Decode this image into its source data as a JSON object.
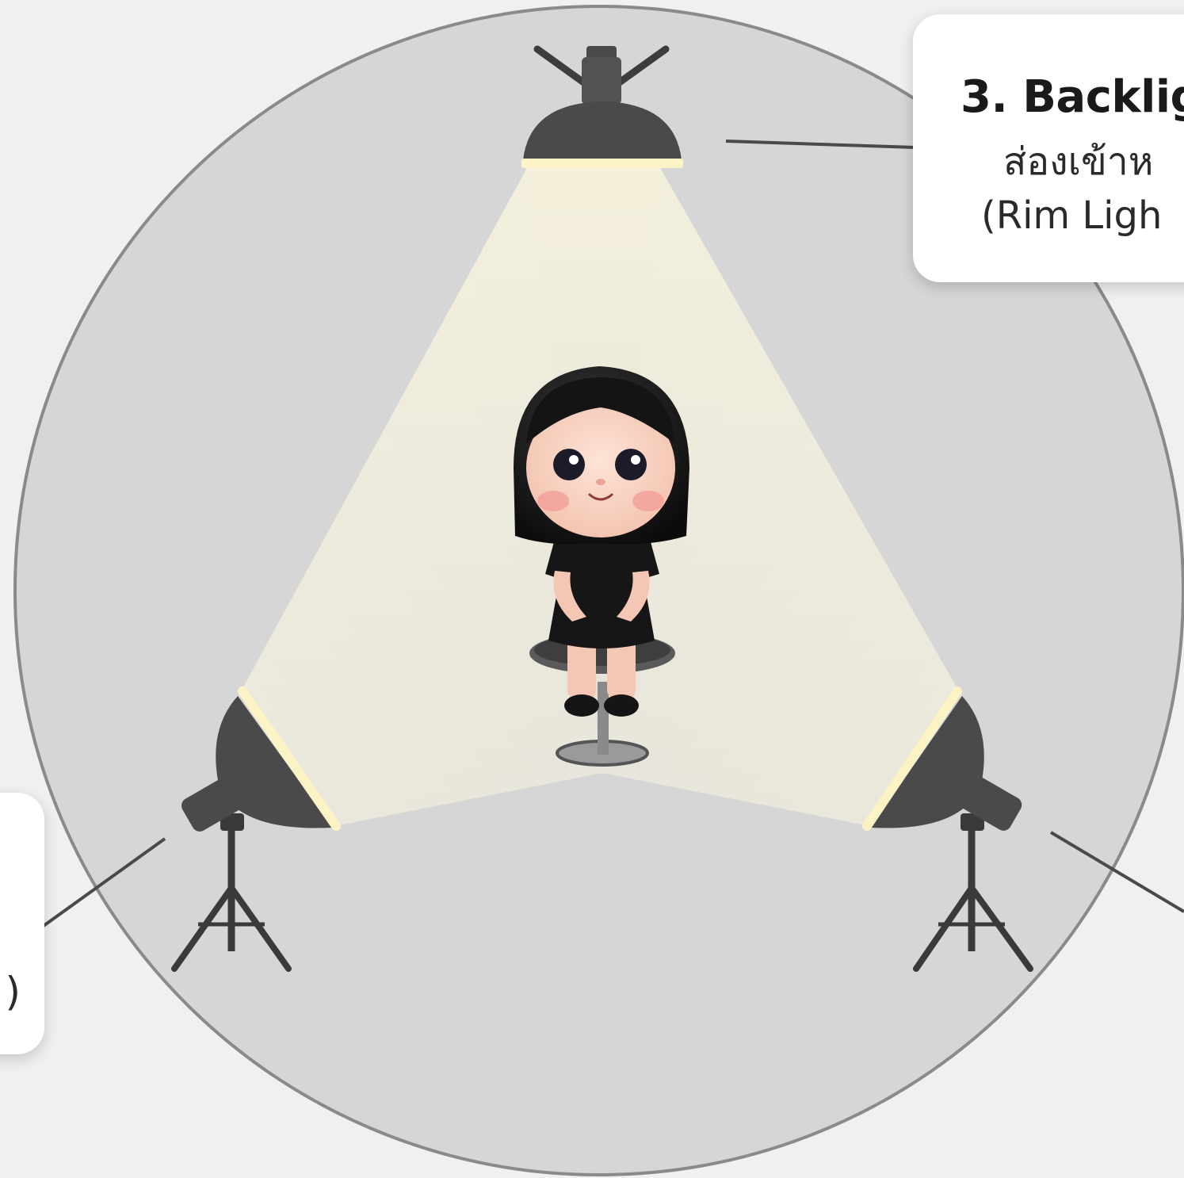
{
  "diagram": {
    "subject": "girl-seated-on-stool",
    "lights": [
      {
        "id": "backlight",
        "icon": "overhead-studio-light-icon"
      },
      {
        "id": "key-light",
        "icon": "softbox-on-tripod-icon"
      },
      {
        "id": "fill-light",
        "icon": "softbox-on-tripod-icon"
      }
    ],
    "colors": {
      "background": "#f0f0ef",
      "stage_circle": "#d6d6d6",
      "stage_border": "#8a8a8a",
      "light_beam": "#f3efd8",
      "lamp_body": "#4a4a4a",
      "callout_bg": "#ffffff"
    }
  },
  "callouts": {
    "backlight": {
      "title": "3. Backlig",
      "line1": "ส่องเข้าห",
      "line2": "(Rim Ligh"
    },
    "key_light": {
      "tail": ")"
    }
  }
}
